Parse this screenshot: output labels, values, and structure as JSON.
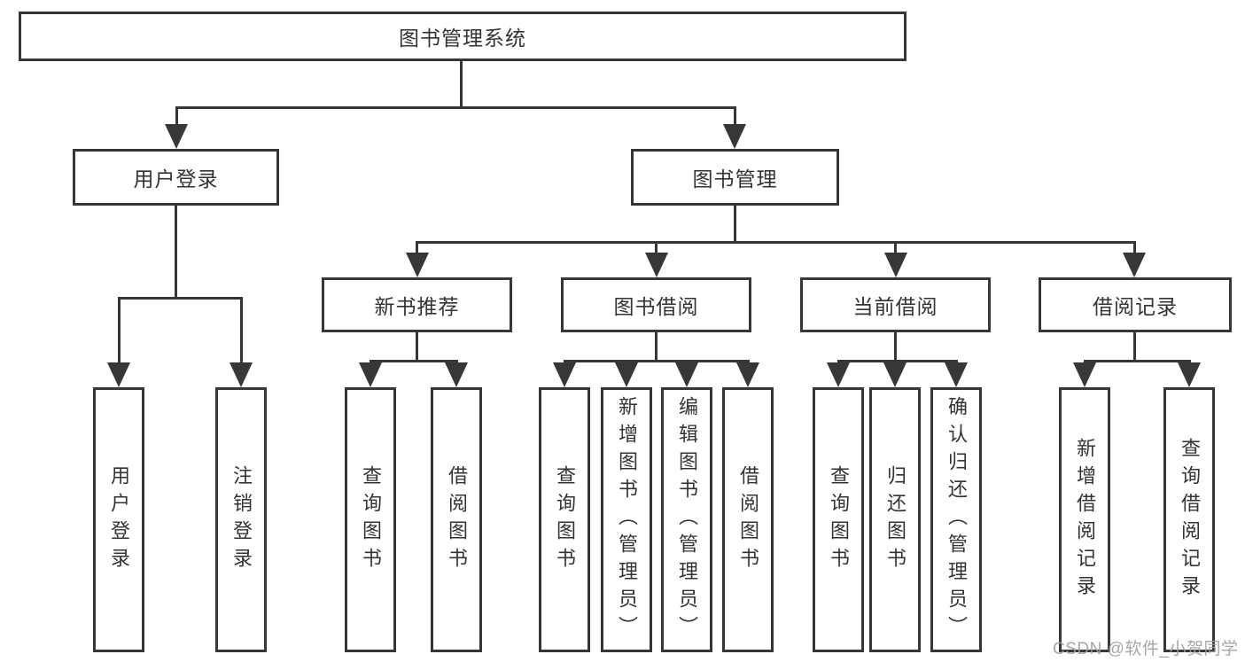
{
  "colors": {
    "line": "#373737",
    "box_background": "#ffffff",
    "label_text": "#333333",
    "watermark_text": "#9e9e9e"
  },
  "nodes": {
    "root": {
      "label": "图书管理系统"
    },
    "level2": [
      {
        "label": "用户登录"
      },
      {
        "label": "图书管理"
      }
    ],
    "level3": [
      {
        "label": "新书推荐"
      },
      {
        "label": "图书借阅"
      },
      {
        "label": "当前借阅"
      },
      {
        "label": "借阅记录"
      }
    ],
    "leaves": [
      {
        "label": "用户登录"
      },
      {
        "label": "注销登录"
      },
      {
        "label": "查询图书"
      },
      {
        "label": "借阅图书"
      },
      {
        "label": "查询图书"
      },
      {
        "label": "新增图书（管理员）"
      },
      {
        "label": "编辑图书（管理员）"
      },
      {
        "label": "借阅图书"
      },
      {
        "label": "查询图书"
      },
      {
        "label": "归还图书"
      },
      {
        "label": "确认归还（管理员）"
      },
      {
        "label": "新增借阅记录"
      },
      {
        "label": "查询借阅记录"
      }
    ]
  },
  "watermark": "CSDN @软件_小贺同学"
}
